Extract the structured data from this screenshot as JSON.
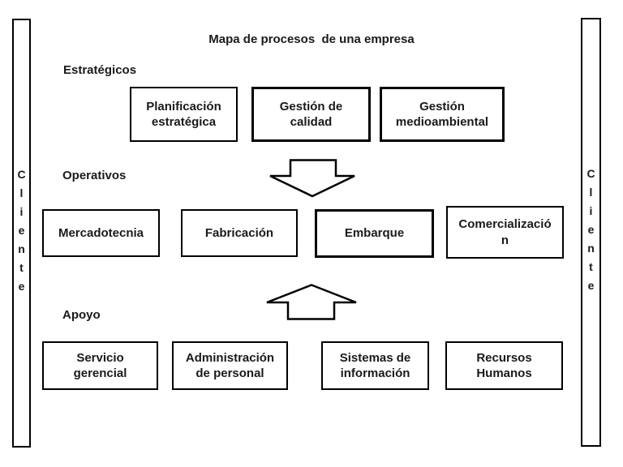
{
  "title": "Mapa de procesos  de una empresa",
  "left_bar": {
    "label": "Cliente"
  },
  "right_bar": {
    "label": "Cliente"
  },
  "sections": [
    {
      "label": "Estratégicos",
      "boxes": [
        "Planificación estratégica",
        "Gestión de calidad",
        "Gestión medioambiental"
      ]
    },
    {
      "label": "Operativos",
      "boxes": [
        "Mercadotecnia",
        "Fabricación",
        "Embarque",
        "Comercialización"
      ]
    },
    {
      "label": "Apoyo",
      "boxes": [
        "Servicio gerencial",
        "Administración de personal",
        "Sistemas de información",
        "Recursos Humanos"
      ]
    }
  ],
  "icons": {
    "down_arrow": "down-block-arrow-icon",
    "up_arrow": "up-block-arrow-icon"
  },
  "colors": {
    "line": "#000000",
    "background": "#ffffff",
    "text": "#1a1a1a"
  }
}
